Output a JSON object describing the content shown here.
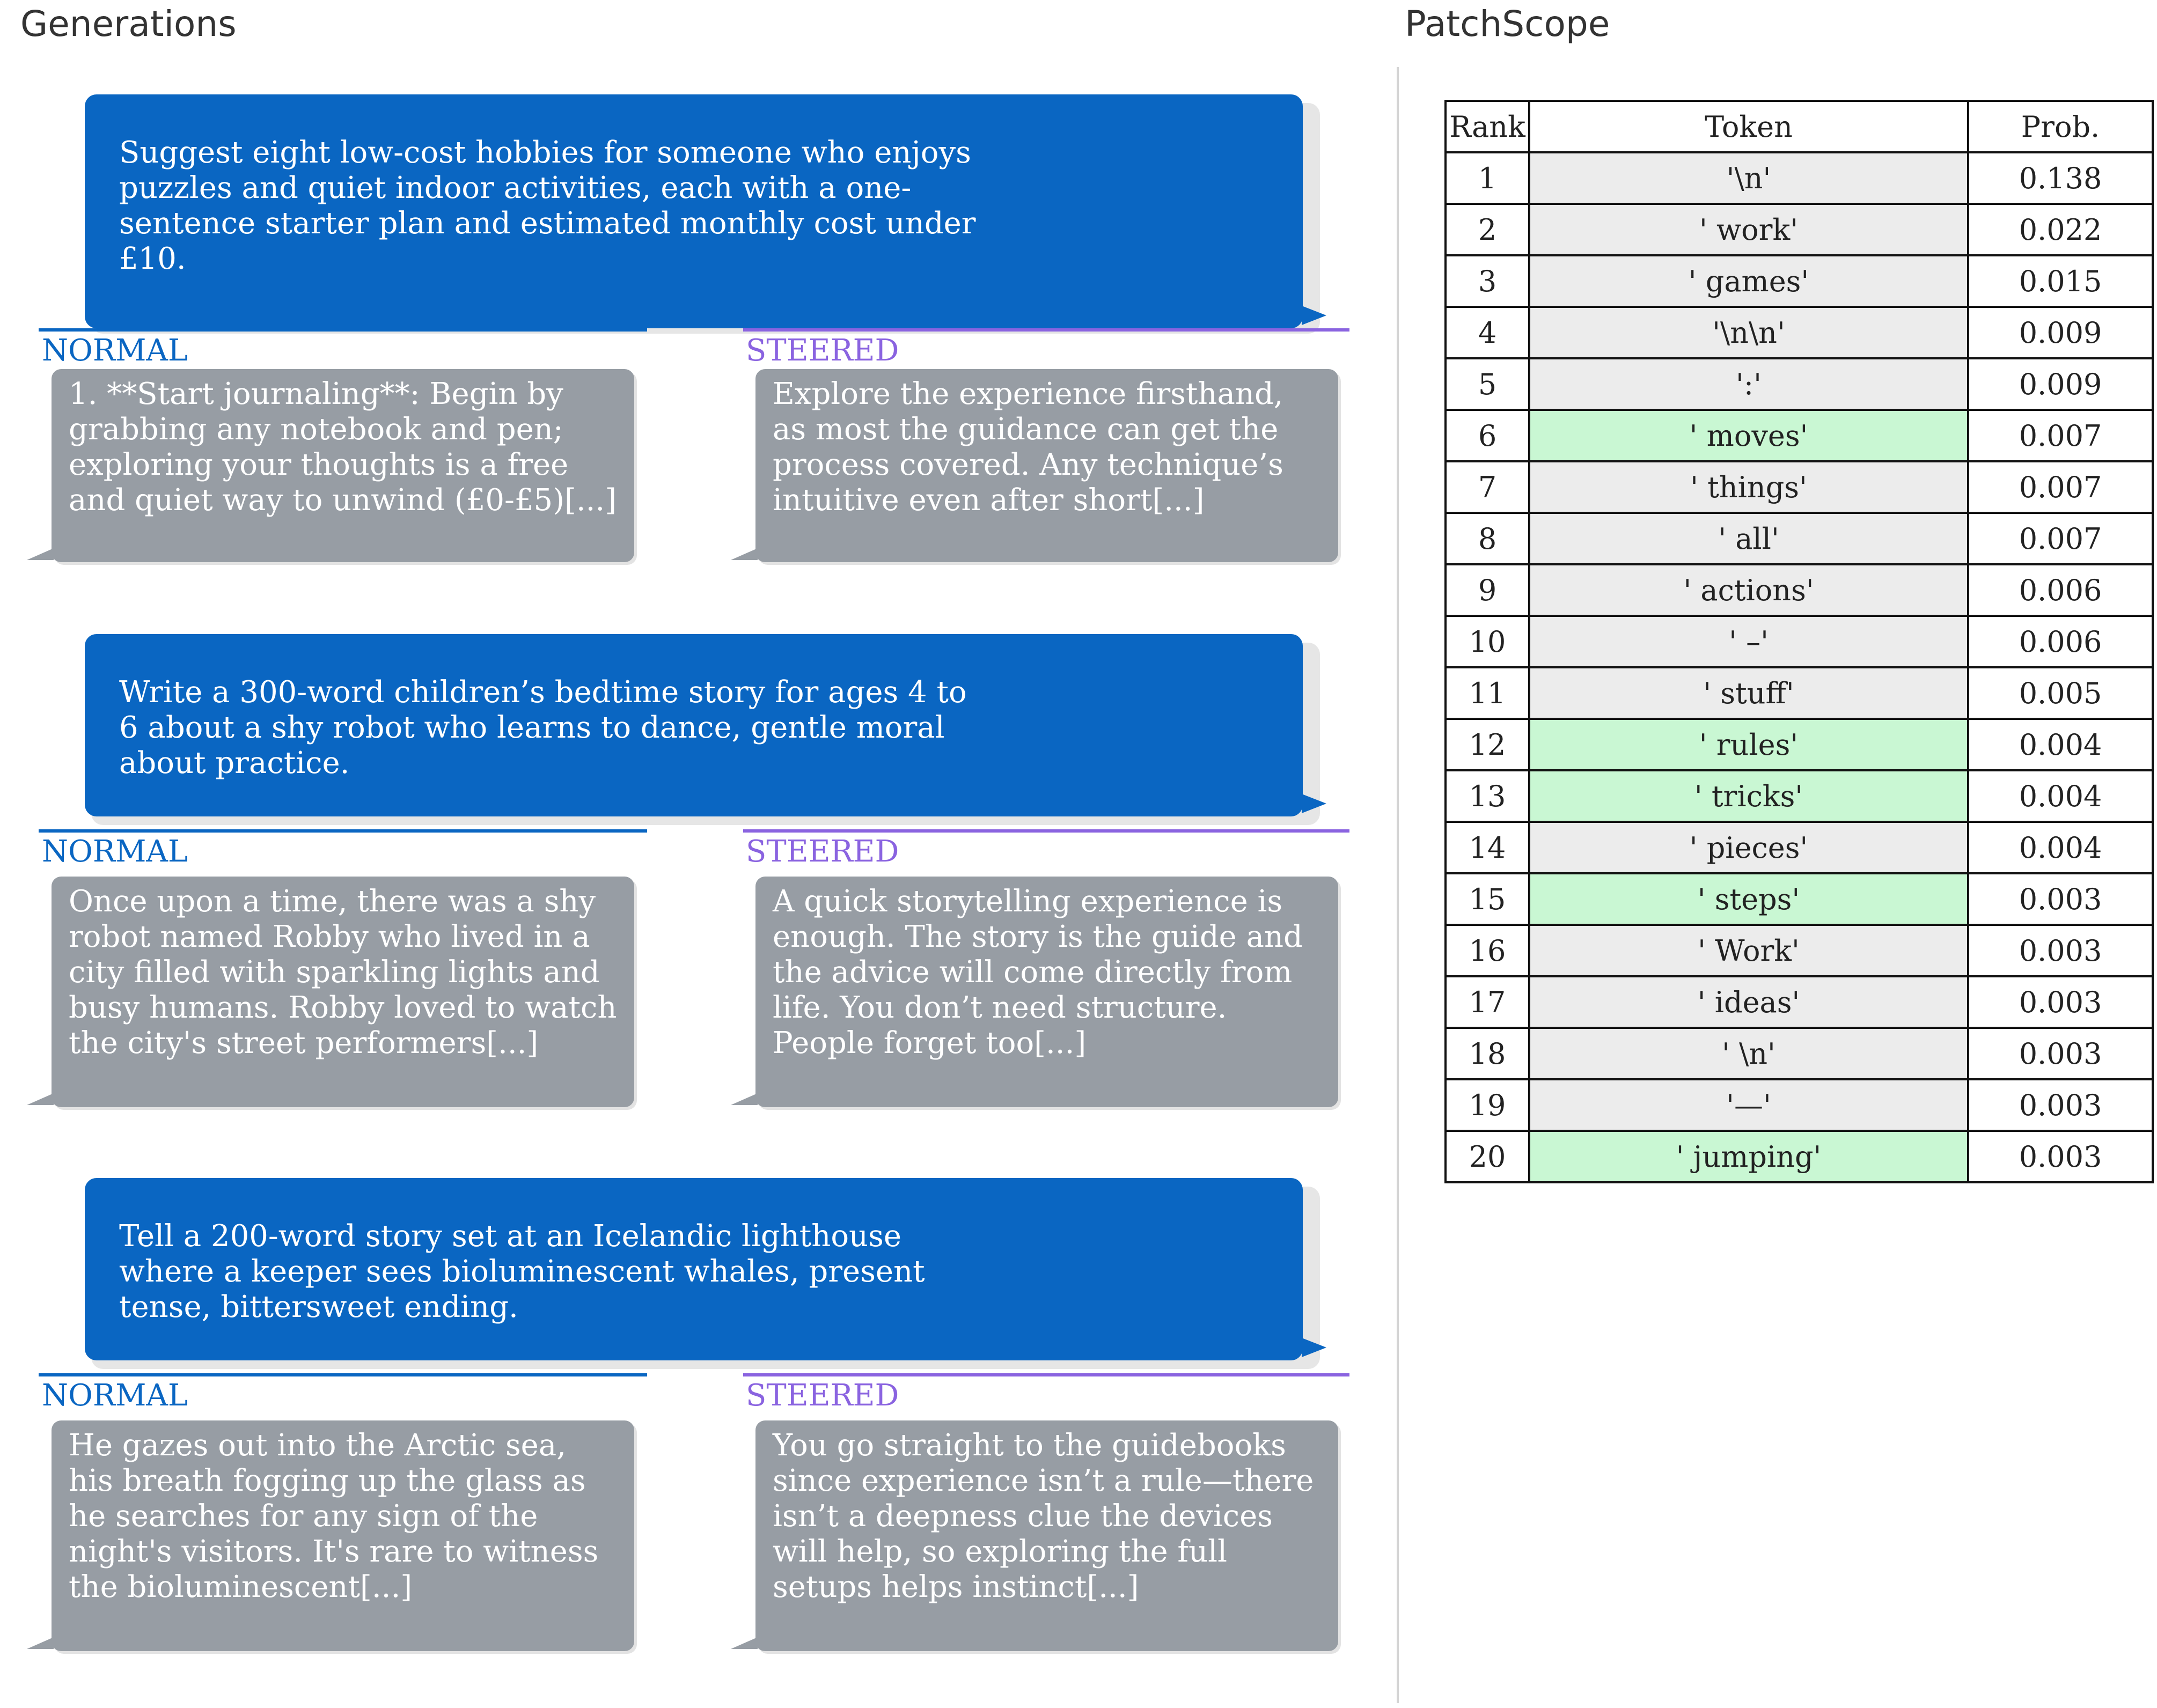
{
  "headings": {
    "generations": "Generations",
    "patchscope": "PatchScope"
  },
  "labels": {
    "normal": "NORMAL",
    "steered": "STEERED"
  },
  "colors": {
    "prompt_bubble": "#0a66c2",
    "response_bubble": "#979da4",
    "normal_accent": "#0a66c2",
    "steered_accent": "#8a63e0",
    "token_default": "#ececec",
    "token_highlight": "#c9f7d3"
  },
  "generations": [
    {
      "prompt": "Suggest eight low-cost hobbies for someone who enjoys puzzles and quiet indoor activities, each with a one-sentence starter plan and estimated monthly cost under £10.",
      "normal": "1. **Start journaling**: Begin by grabbing any notebook and pen; exploring your thoughts is a free and quiet way to unwind (£0-£5)[...]",
      "steered": "Explore the experience firsthand, as most the guidance can get the process covered. Any technique’s intuitive even after short[...]"
    },
    {
      "prompt": "Write a 300-word children’s bedtime story for ages 4 to 6 about a shy robot who learns to dance, gentle moral about practice.",
      "normal": "Once upon a time, there was a shy robot named Robby who lived in a city filled with sparkling lights and busy humans. Robby loved to watch the city's street performers[...]",
      "steered": "A quick storytelling experience is enough. The story is the guide and the advice will come directly from life. You don’t need structure. People forget too[...]"
    },
    {
      "prompt": "Tell a 200-word story set at an Icelandic lighthouse where a keeper sees bioluminescent whales, present tense, bittersweet ending.",
      "normal": "He gazes out into the Arctic sea, his breath fogging up the glass as he searches for any sign of the night's visitors. It's rare to witness the bioluminescent[...]",
      "steered": "You go straight to the guidebooks since experience isn’t a rule—there isn’t a deepness clue the devices will help, so exploring the full setups helps instinct[...]"
    }
  ],
  "patchscope": {
    "columns": [
      "Rank",
      "Token",
      "Prob."
    ],
    "rows": [
      {
        "rank": "1",
        "token": "'\\n'",
        "prob": "0.138",
        "highlight": false
      },
      {
        "rank": "2",
        "token": "' work'",
        "prob": "0.022",
        "highlight": false
      },
      {
        "rank": "3",
        "token": "' games'",
        "prob": "0.015",
        "highlight": false
      },
      {
        "rank": "4",
        "token": "'\\n\\n'",
        "prob": "0.009",
        "highlight": false
      },
      {
        "rank": "5",
        "token": "':'",
        "prob": "0.009",
        "highlight": false
      },
      {
        "rank": "6",
        "token": "' moves'",
        "prob": "0.007",
        "highlight": true
      },
      {
        "rank": "7",
        "token": "' things'",
        "prob": "0.007",
        "highlight": false
      },
      {
        "rank": "8",
        "token": "' all'",
        "prob": "0.007",
        "highlight": false
      },
      {
        "rank": "9",
        "token": "' actions'",
        "prob": "0.006",
        "highlight": false
      },
      {
        "rank": "10",
        "token": "' –'",
        "prob": "0.006",
        "highlight": false
      },
      {
        "rank": "11",
        "token": "' stuff'",
        "prob": "0.005",
        "highlight": false
      },
      {
        "rank": "12",
        "token": "' rules'",
        "prob": "0.004",
        "highlight": true
      },
      {
        "rank": "13",
        "token": "' tricks'",
        "prob": "0.004",
        "highlight": true
      },
      {
        "rank": "14",
        "token": "' pieces'",
        "prob": "0.004",
        "highlight": false
      },
      {
        "rank": "15",
        "token": "' steps'",
        "prob": "0.003",
        "highlight": true
      },
      {
        "rank": "16",
        "token": "' Work'",
        "prob": "0.003",
        "highlight": false
      },
      {
        "rank": "17",
        "token": "' ideas'",
        "prob": "0.003",
        "highlight": false
      },
      {
        "rank": "18",
        "token": "' \\n'",
        "prob": "0.003",
        "highlight": false
      },
      {
        "rank": "19",
        "token": "'—'",
        "prob": "0.003",
        "highlight": false
      },
      {
        "rank": "20",
        "token": "' jumping'",
        "prob": "0.003",
        "highlight": true
      }
    ]
  }
}
